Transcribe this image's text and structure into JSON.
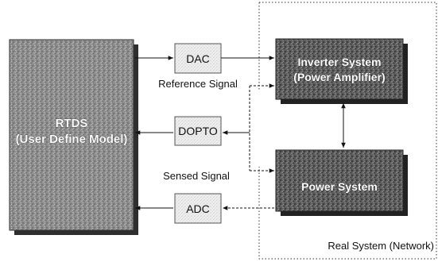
{
  "rtds": {
    "line1": "RTDS",
    "line2": "(User Define Model)"
  },
  "converters": {
    "dac": "DAC",
    "dopto": "DOPTO",
    "adc": "ADC"
  },
  "inverter": {
    "line1": "Inverter System",
    "line2": "(Power Amplifier)"
  },
  "power_system": {
    "label": "Power System"
  },
  "signals": {
    "reference": "Reference Signal",
    "sensed": "Sensed Signal"
  },
  "real_system": {
    "label": "Real System (Network)"
  }
}
